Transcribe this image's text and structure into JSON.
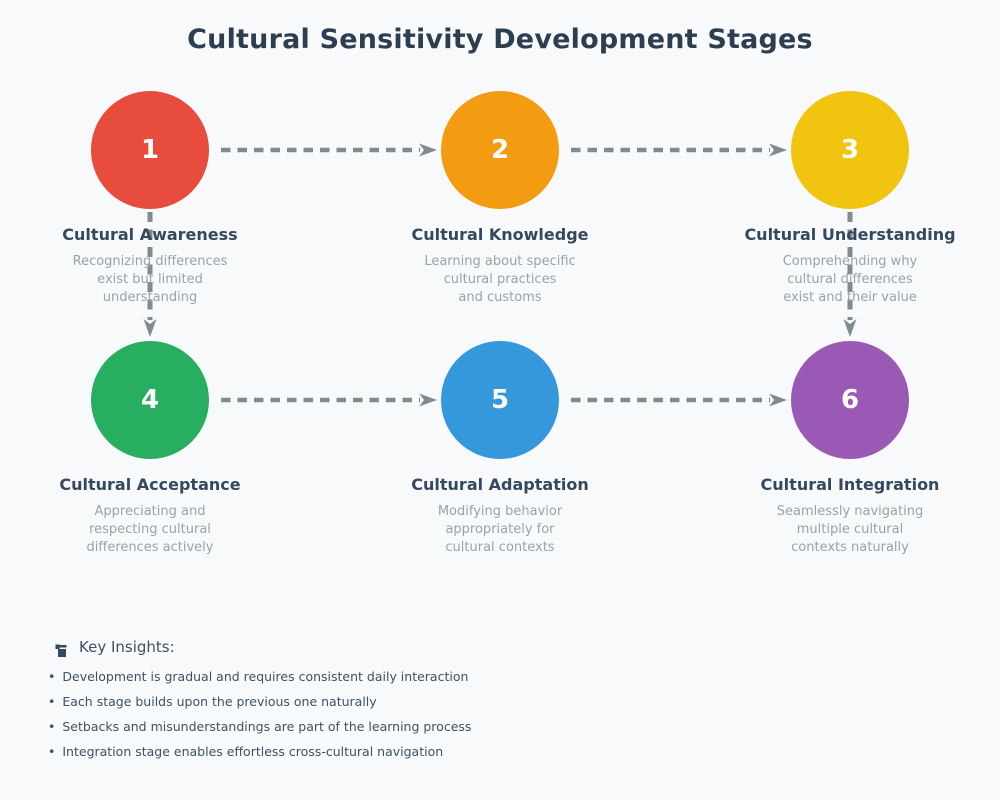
{
  "title": "Cultural Sensitivity Development Stages",
  "stages": [
    {
      "number": "1",
      "title": "Cultural Awareness",
      "description": "Recognizing differences\nexist but limited\nunderstanding",
      "color": "#e74c3c"
    },
    {
      "number": "2",
      "title": "Cultural Knowledge",
      "description": "Learning about specific\ncultural practices\nand customs",
      "color": "#f39c12"
    },
    {
      "number": "3",
      "title": "Cultural Understanding",
      "description": "Comprehending why\ncultural differences\nexist and their value",
      "color": "#f1c40f"
    },
    {
      "number": "4",
      "title": "Cultural Acceptance",
      "description": "Appreciating and\nrespecting cultural\ndifferences actively",
      "color": "#27ae60"
    },
    {
      "number": "5",
      "title": "Cultural Adaptation",
      "description": "Modifying behavior\nappropriately for\ncultural contexts",
      "color": "#3498db"
    },
    {
      "number": "6",
      "title": "Cultural Integration",
      "description": "Seamlessly navigating\nmultiple cultural\ncontexts naturally",
      "color": "#9b59b6"
    }
  ],
  "insights": {
    "icon": "lightbulb-icon",
    "heading": "Key Insights:",
    "bullet": "•",
    "items": [
      "Development is gradual and requires consistent daily interaction",
      "Each stage builds upon the previous one naturally",
      "Setbacks and misunderstandings are part of the learning process",
      "Integration stage enables effortless cross-cultural navigation"
    ]
  },
  "colors": {
    "background": "#f8f9fa",
    "title": "#2c3e50",
    "stage_title": "#34495e",
    "description": "#95a5a6",
    "arrow": "#7f8c8d",
    "insights_text": "#3e5166",
    "number_text": "#ffffff"
  }
}
